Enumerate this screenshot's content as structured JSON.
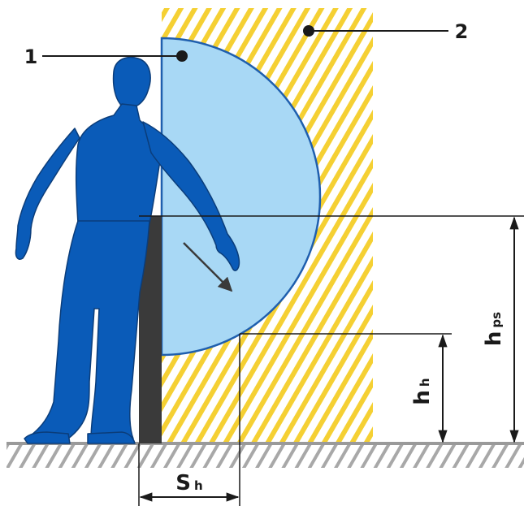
{
  "callouts": {
    "c1": "1",
    "c2": "2"
  },
  "dimensions": {
    "hps": {
      "main": "h",
      "sub": "ps"
    },
    "hh": {
      "main": "h",
      "sub": "h"
    },
    "sh": {
      "main": "S",
      "sub": "h"
    }
  },
  "colors": {
    "hatch": "#f5d033",
    "reach_zone_fill": "#a8d8f5",
    "reach_zone_stroke": "#1f5fae",
    "person": "#0a5bb8",
    "person_outline": "#0b3d7a",
    "barrier": "#3a3a3a",
    "ground": "#9a9a9a",
    "lines": "#1a1a1a"
  },
  "icons": {
    "person": "person-reaching-icon",
    "arrow": "reach-direction-arrow-icon"
  }
}
